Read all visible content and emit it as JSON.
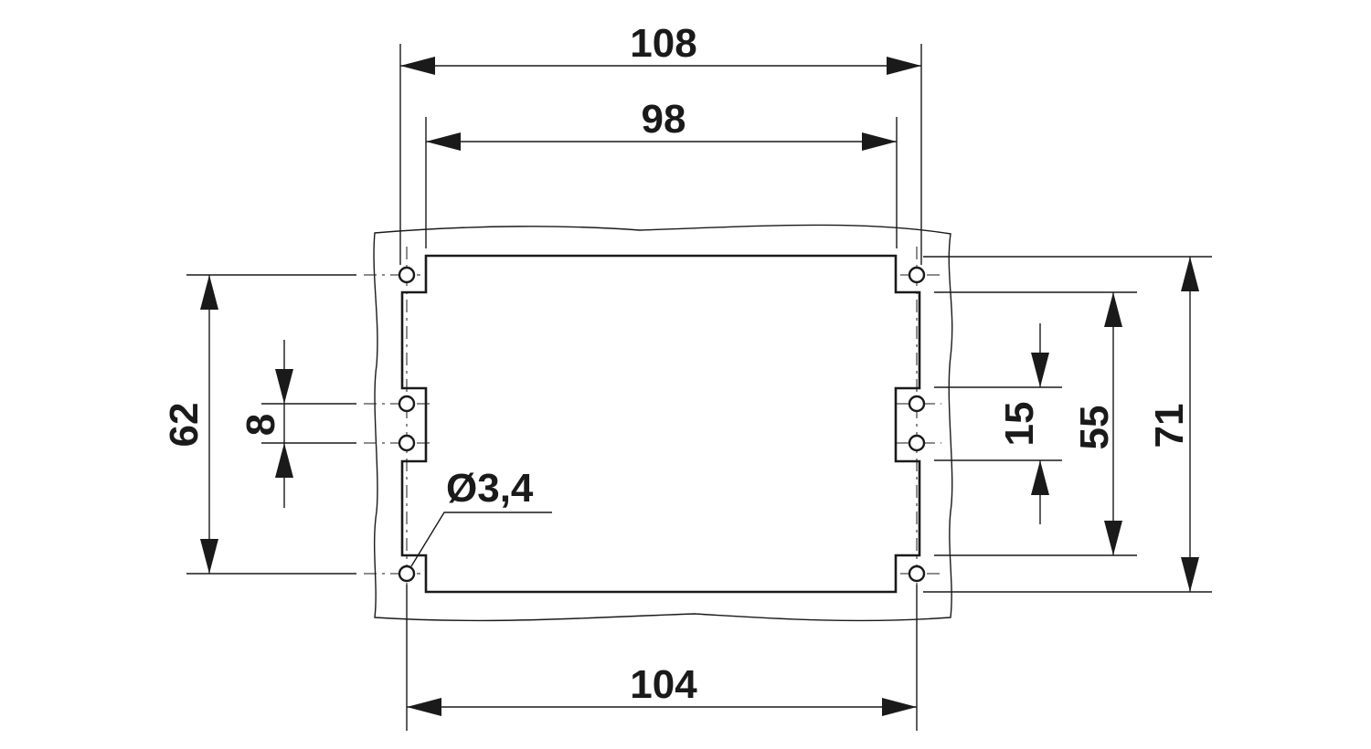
{
  "dimensions": {
    "overall_width": "108",
    "hole_spacing_top": "98",
    "overall_height_left": "62",
    "center_hole_spacing": "8",
    "hole_diameter": "Ø3,4",
    "bottom_width": "104",
    "right_inner_spacing": "15",
    "right_height_inner": "55",
    "right_height_outer": "71"
  },
  "colors": {
    "line": "#1a1a1a",
    "background": "#ffffff"
  }
}
